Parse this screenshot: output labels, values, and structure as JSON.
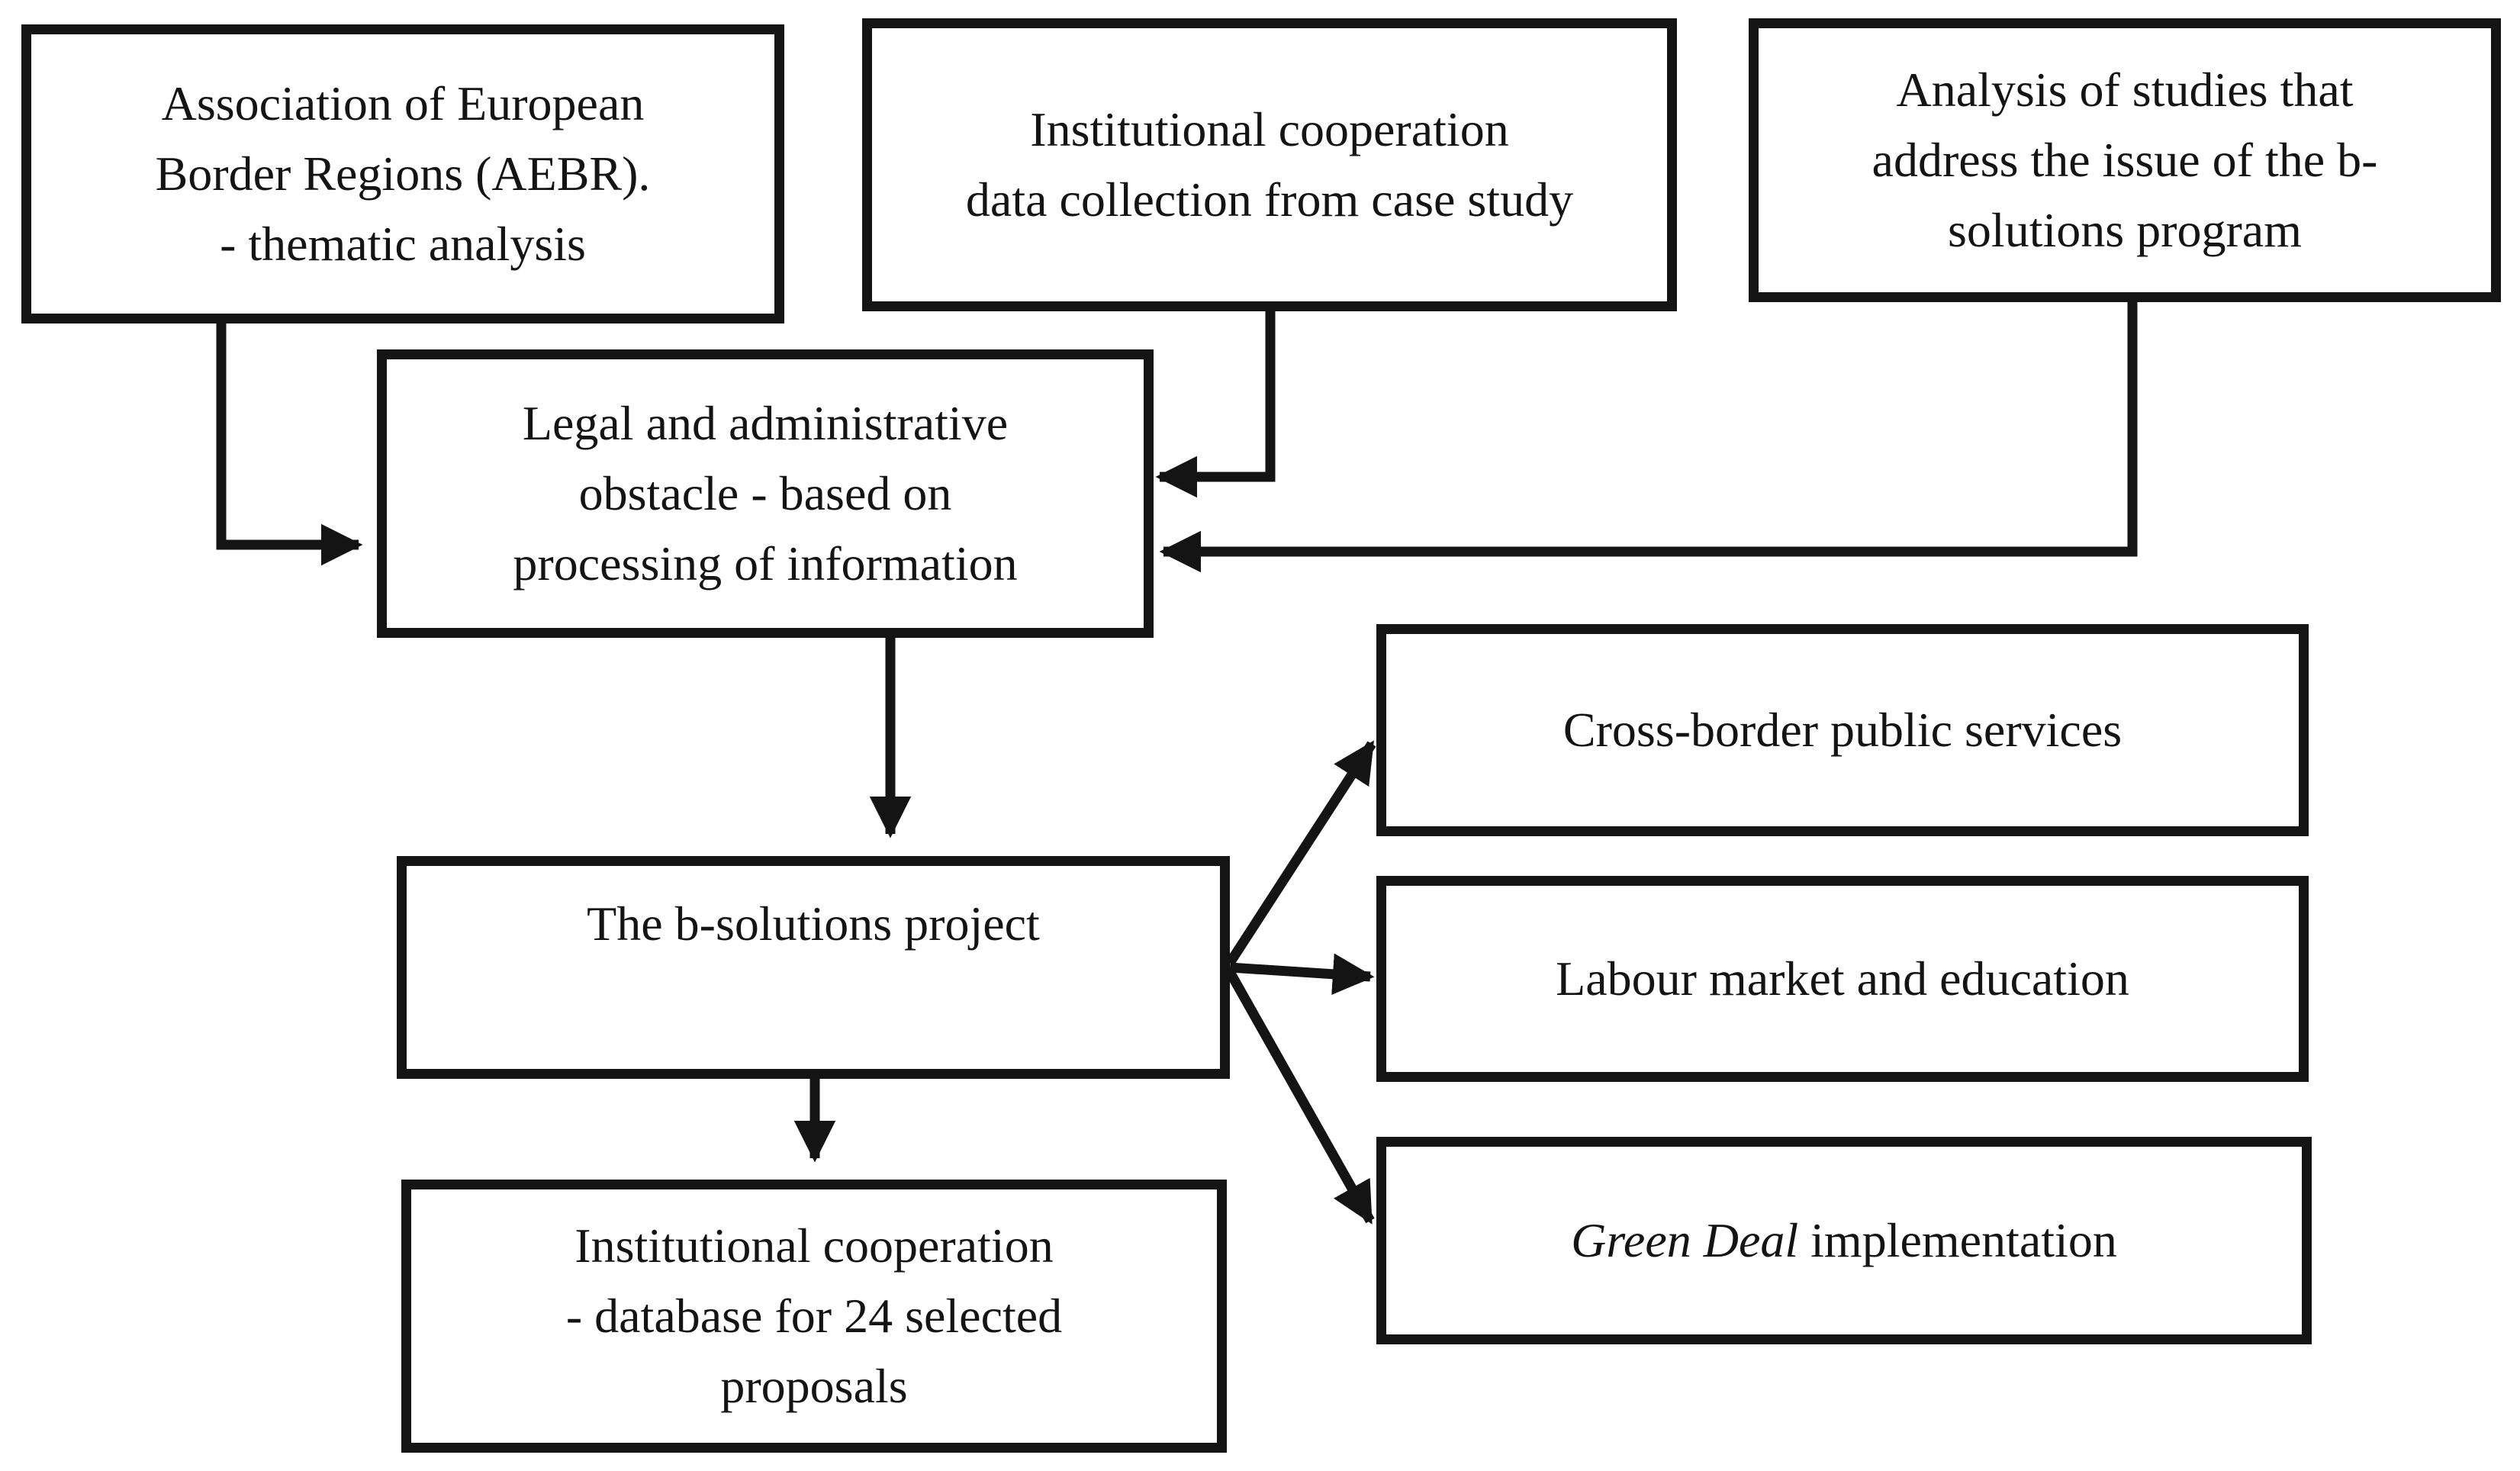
{
  "nodes": {
    "aebr": {
      "lines": [
        "Association of European",
        "Border Regions (AEBR).",
        "- thematic analysis"
      ]
    },
    "institutional_data": {
      "lines": [
        "Institutional cooperation",
        "data collection from case study"
      ]
    },
    "studies": {
      "lines": [
        "Analysis of studies that",
        "address the issue of the b-",
        "solutions program"
      ]
    },
    "obstacle": {
      "lines": [
        "Legal and administrative",
        "obstacle - based on",
        "processing of information"
      ]
    },
    "b_solutions": {
      "lines": [
        "The b-solutions project"
      ]
    },
    "database": {
      "lines": [
        "Institutional cooperation",
        "- database for 24 selected",
        "proposals"
      ]
    },
    "public_services": {
      "lines": [
        "Cross-border public services"
      ]
    },
    "labour": {
      "lines": [
        "Labour market and education"
      ]
    },
    "green_deal": {
      "emphasis": "Green Deal",
      "rest": " implementation"
    }
  },
  "colors": {
    "stroke": "#141414",
    "background": "#ffffff"
  }
}
